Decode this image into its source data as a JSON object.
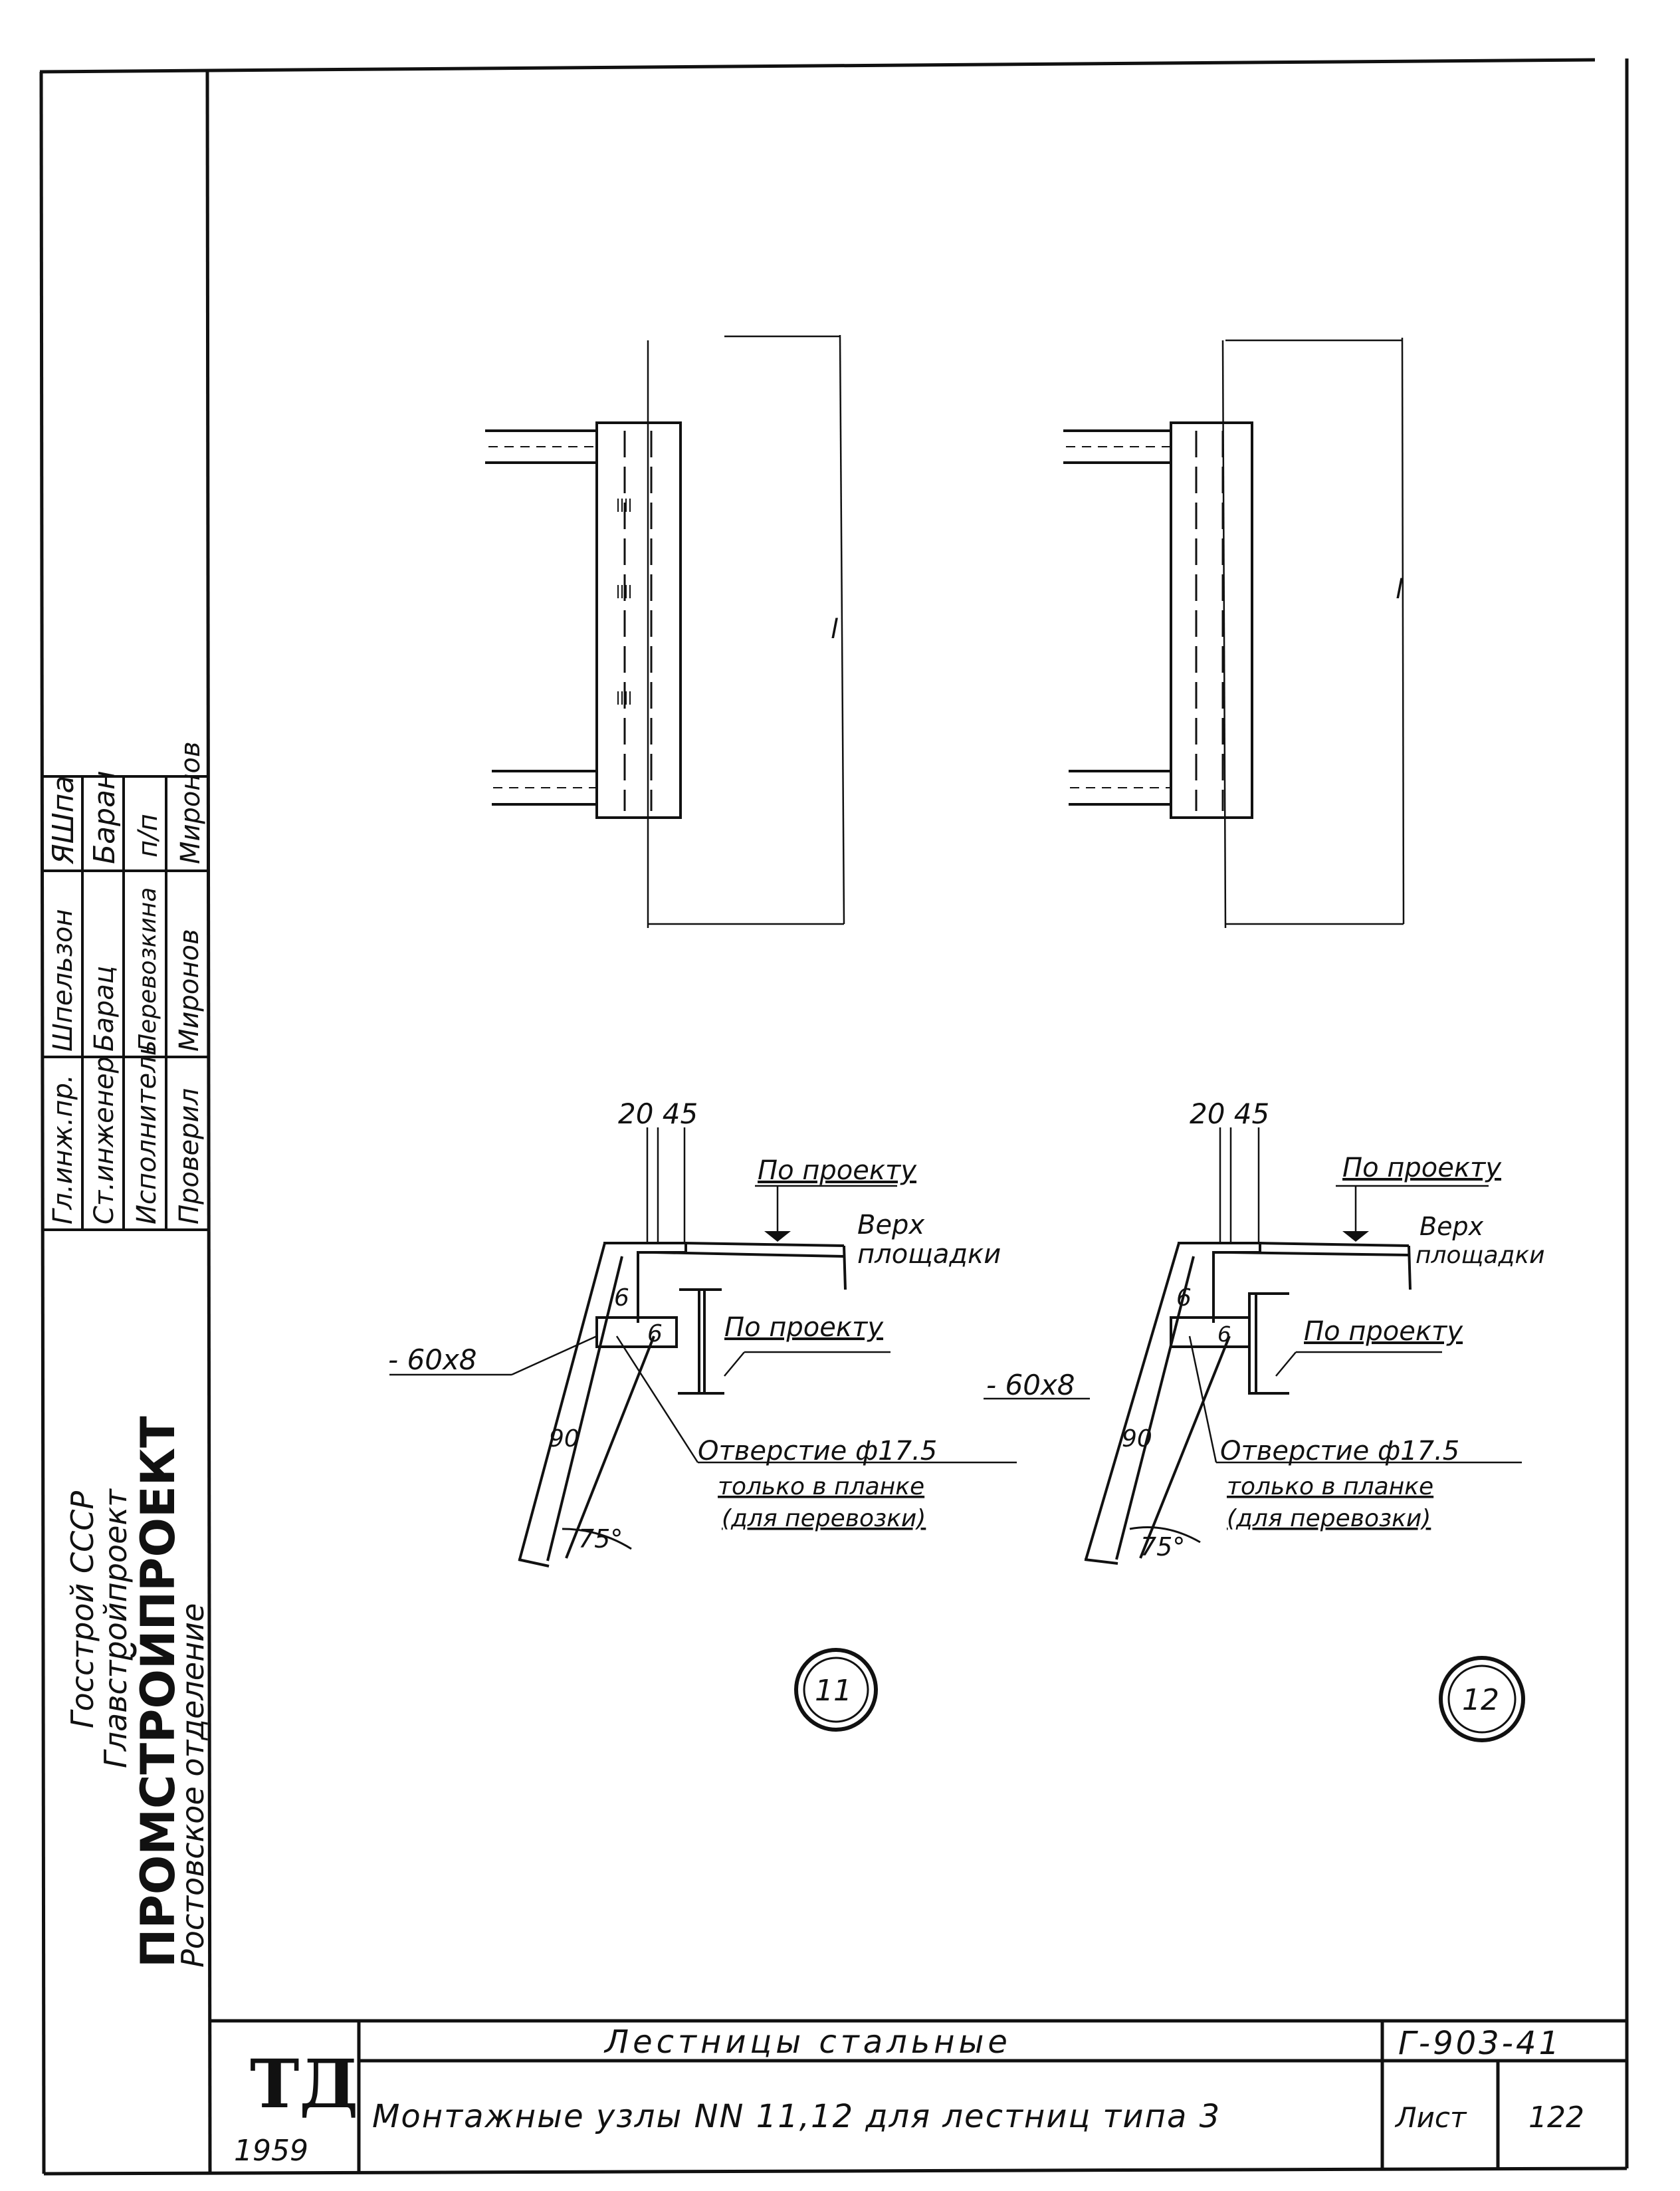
{
  "organization": {
    "line1": "Госстрой СССР",
    "line2": "Главстройпроект",
    "name": "ПРОМСТРОЙПРОЕКТ",
    "branch": "Ростовское отделение"
  },
  "signatures": {
    "rows": [
      {
        "role": "Гл.инж.пр.",
        "surname": "Шпельзон",
        "signature": "ЯШпа"
      },
      {
        "role": "Ст.инженер",
        "surname": "Барац",
        "signature": "Баран"
      },
      {
        "role": "Исполнитель",
        "surname": "Перевозкина",
        "signature": "п/п"
      },
      {
        "role": "Проверил",
        "surname": "Миронов",
        "signature": "Миронов"
      }
    ]
  },
  "title_block": {
    "logo": "ТД",
    "year": "1959",
    "title": "Лестницы стальные",
    "subtitle": "Монтажные узлы NN 11,12 для лестниц типа 3",
    "code": "Г-903-41",
    "sheet_label": "Лист",
    "sheet_number": "122"
  },
  "elevations": {
    "dim_label": "l"
  },
  "details": [
    {
      "number": "11",
      "dim_top": "20 45",
      "label_top_ref": "По проекту",
      "label_platform_top_1": "Верх",
      "label_platform_top_2": "площадки",
      "label_beam_ref": "По проекту",
      "plate_dim": "- 60x8",
      "weld_a": "6",
      "weld_b": "6",
      "dim_stringer": "90",
      "angle": "75°",
      "hole_line1": "Отверстие ф17.5",
      "hole_line2": "только в планке",
      "hole_line3": "(для перевозки)"
    },
    {
      "number": "12",
      "dim_top": "20 45",
      "label_top_ref": "По проекту",
      "label_platform_top_1": "Верх",
      "label_platform_top_2": "площадки",
      "label_beam_ref": "По проекту",
      "plate_dim": "- 60x8",
      "weld_a": "6",
      "weld_b": "6",
      "dim_stringer": "90",
      "angle": "75°",
      "hole_line1": "Отверстие ф17.5",
      "hole_line2": "только в планке",
      "hole_line3": "(для перевозки)"
    }
  ]
}
